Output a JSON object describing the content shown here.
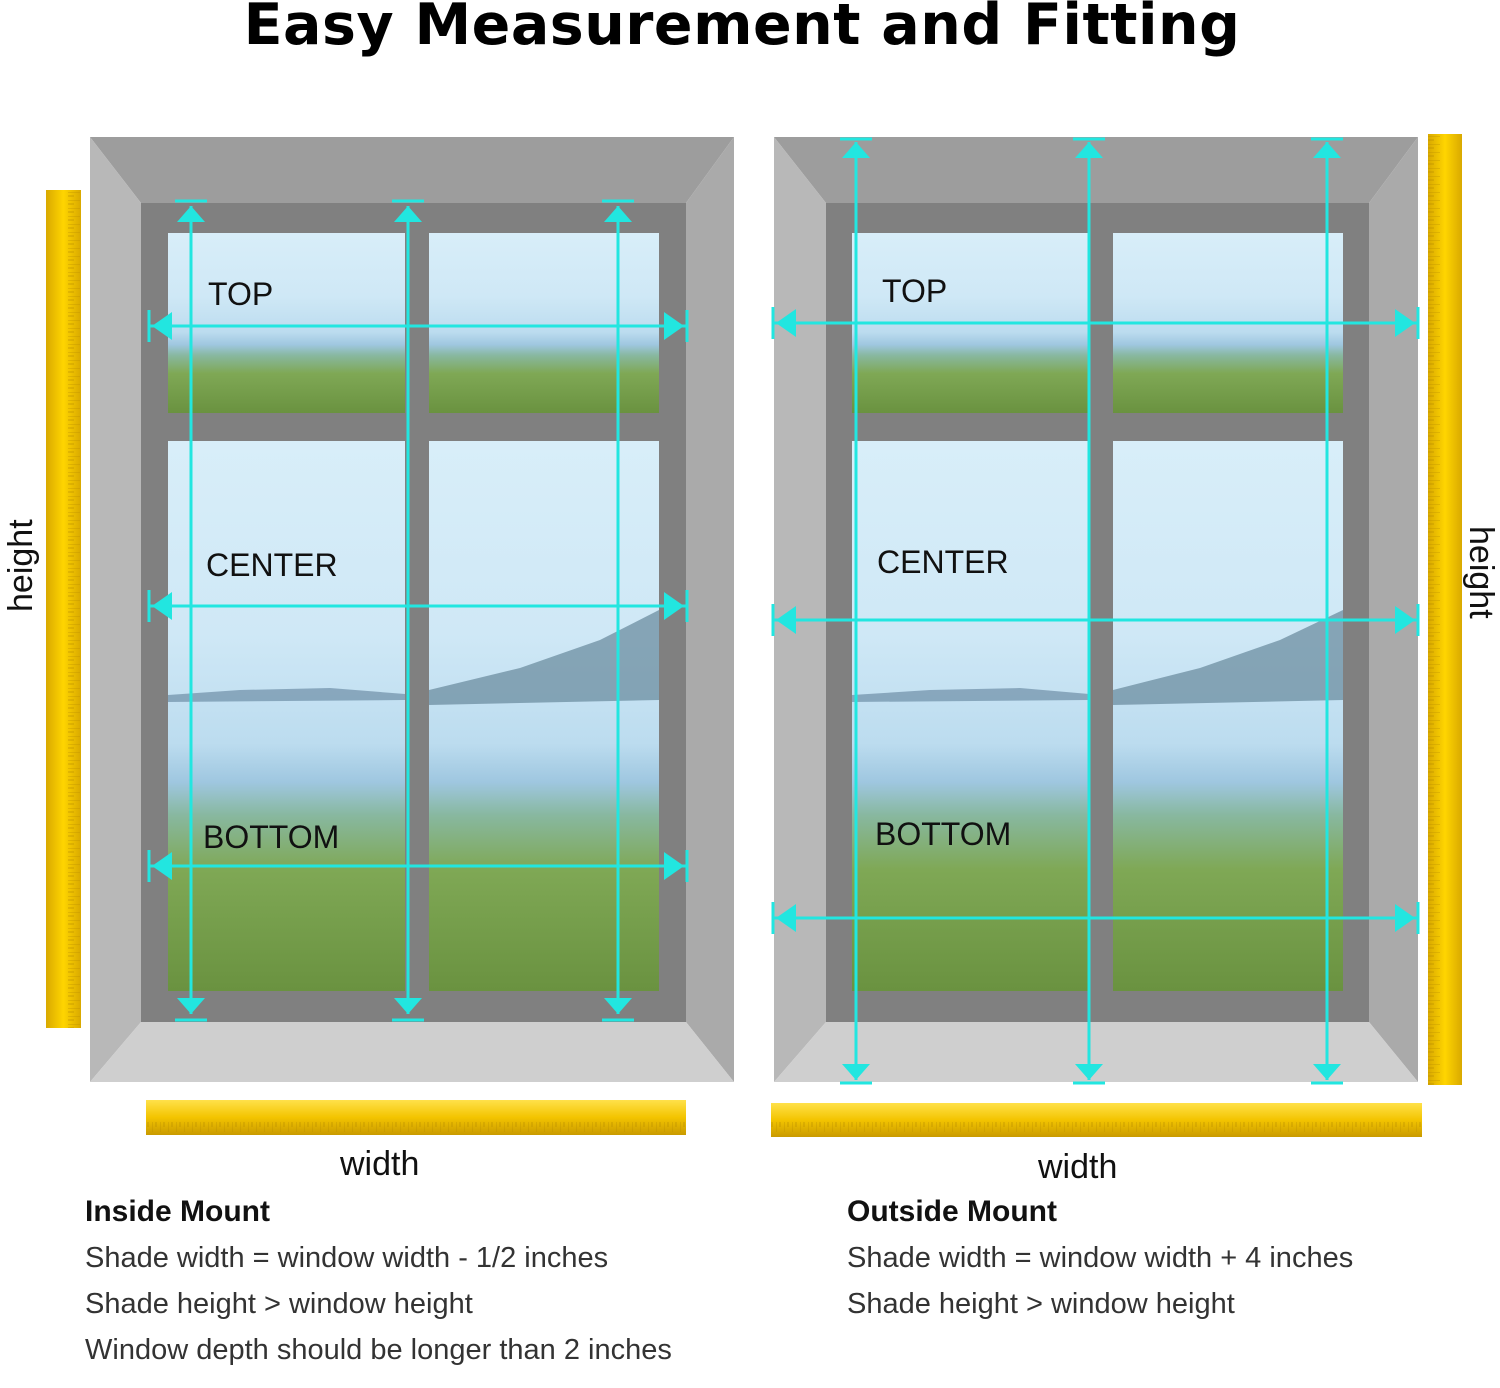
{
  "title": "Easy Measurement and Fitting",
  "colors": {
    "arrow": "#22e6e0",
    "ruler": "#f2c500",
    "frame_dark": "#858585",
    "frame_light": "#c4c4c4",
    "sky": "#cfe9f7",
    "forest": "#6f9a45"
  },
  "inside": {
    "labels": {
      "top": "TOP",
      "center": "CENTER",
      "bottom": "BOTTOM"
    },
    "height_label": "height",
    "width_label": "width",
    "caption": {
      "heading": "Inside Mount",
      "line1": "Shade width = window width - 1/2 inches",
      "line2": "Shade height > window height",
      "line3": "Window depth should be longer than 2 inches"
    }
  },
  "outside": {
    "labels": {
      "top": "TOP",
      "center": "CENTER",
      "bottom": "BOTTOM"
    },
    "height_label": "height",
    "width_label": "width",
    "caption": {
      "heading": "Outside Mount",
      "line1": "Shade width = window width + 4 inches",
      "line2": "Shade height > window height"
    }
  }
}
